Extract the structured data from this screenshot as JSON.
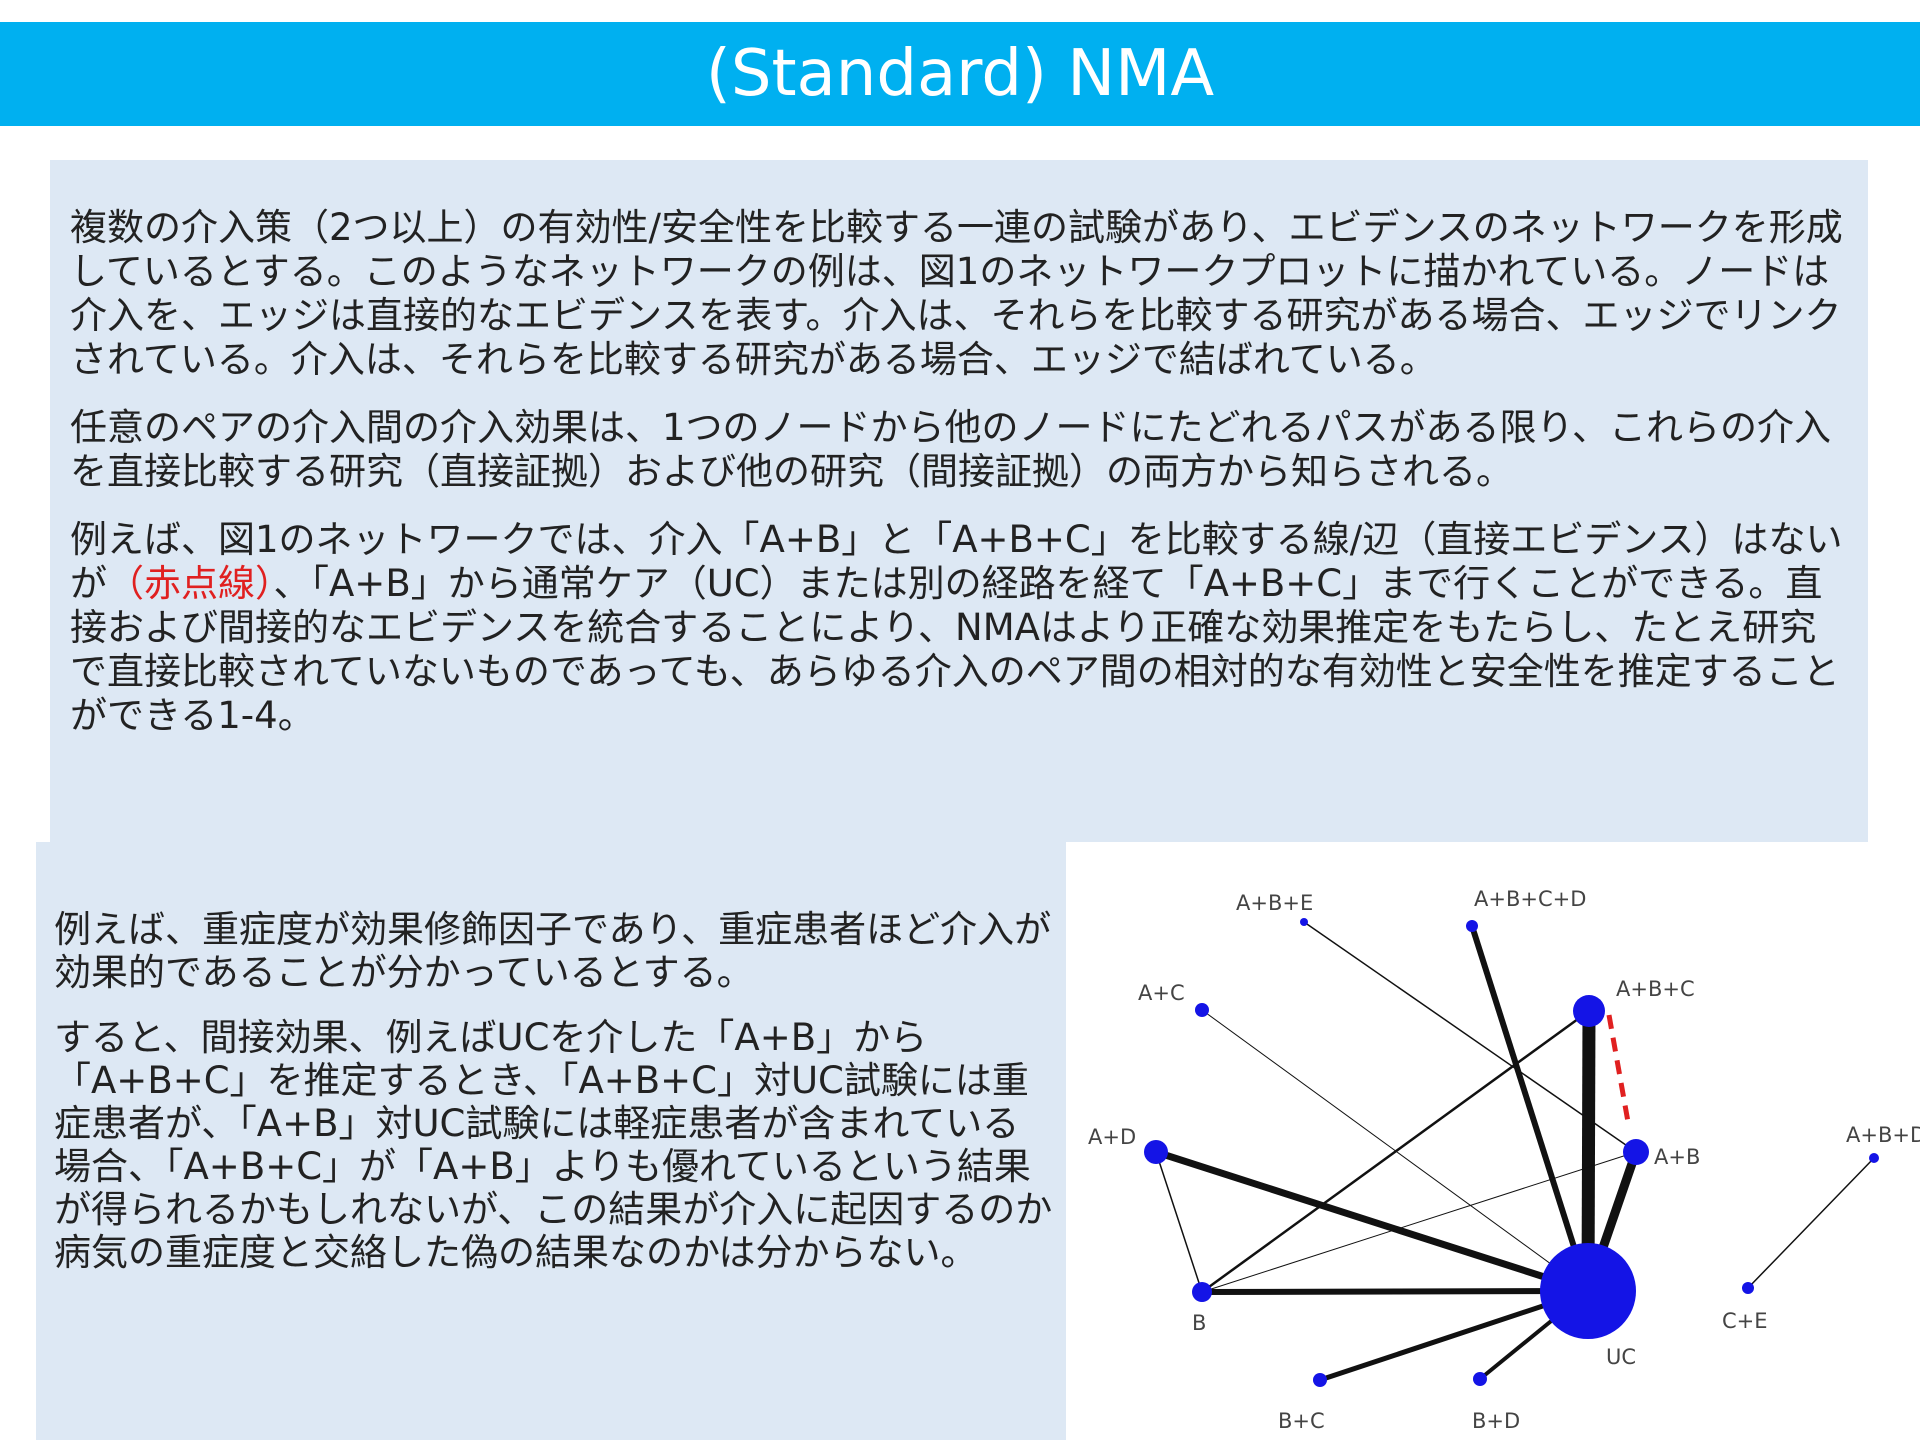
{
  "slide": {
    "title": "(Standard) NMA"
  },
  "top_panel": {
    "paragraph1": "複数の介入策（2つ以上）の有効性/安全性を比較する一連の試験があり、エビデンスのネットワークを形成しているとする。このようなネットワークの例は、図1のネットワークプロットに描かれている。ノードは介入を、エッジは直接的なエビデンスを表す。介入は、それらを比較する研究がある場合、エッジでリンクされている。介入は、それらを比較する研究がある場合、エッジで結ばれている。",
    "paragraph2": "任意のペアの介入間の介入効果は、1つのノードから他のノードにたどれるパスがある限り、これらの介入を直接比較する研究（直接証拠）および他の研究（間接証拠）の両方から知らされる。",
    "paragraph3_before": "例えば、図1のネットワークでは、介入「A+B」と「A+B+C」を比較する線/辺（直接エビデンス）はないが",
    "paragraph3_red": "（赤点線）",
    "paragraph3_after": "、「A+B」から通常ケア（UC）または別の経路を経て「A+B+C」まで行くことができる。直接および間接的なエビデンスを統合することにより、NMAはより正確な効果推定をもたらし、たとえ研究で直接比較されていないものであっても、あらゆる介入のペア間の相対的な有効性と安全性を推定することができる1-4。"
  },
  "bottom_panel": {
    "paragraph1": "例えば、重症度が効果修飾因子であり、重症患者ほど介入が効果的であることが分かっているとする。",
    "paragraph2": "すると、間接効果、例えばUCを介した「A+B」から「A+B+C」を推定するとき、「A+B+C」対UC試験には重症患者が、「A+B」対UC試験には軽症患者が含まれている場合、「A+B+C」が「A+B」よりも優れているという結果が得られるかもしれないが、この結果が介入に起因するのか病気の重症度と交絡した偽の結果なのかは分からない。"
  },
  "network": {
    "node_color": "#1414e6",
    "edge_color": "#111111",
    "missing_edge_color": "#e02020",
    "nodes": [
      {
        "id": "A+B+E",
        "label": "A+B+E"
      },
      {
        "id": "A+B+C+D",
        "label": "A+B+C+D"
      },
      {
        "id": "A+C",
        "label": "A+C"
      },
      {
        "id": "A+B+C",
        "label": "A+B+C"
      },
      {
        "id": "A+D",
        "label": "A+D"
      },
      {
        "id": "A+B",
        "label": "A+B"
      },
      {
        "id": "A+B+D",
        "label": "A+B+D"
      },
      {
        "id": "B",
        "label": "B"
      },
      {
        "id": "UC",
        "label": "UC"
      },
      {
        "id": "C+E",
        "label": "C+E"
      },
      {
        "id": "B+C",
        "label": "B+C"
      },
      {
        "id": "B+D",
        "label": "B+D"
      }
    ],
    "edges": [
      {
        "from": "A+B+E",
        "to": "A+B",
        "weight": 1.5
      },
      {
        "from": "A+B+C+D",
        "to": "UC",
        "weight": 6
      },
      {
        "from": "A+C",
        "to": "UC",
        "weight": 1
      },
      {
        "from": "A+B+C",
        "to": "UC",
        "weight": 13
      },
      {
        "from": "A+B+C",
        "to": "B",
        "weight": 2.5
      },
      {
        "from": "A+D",
        "to": "UC",
        "weight": 7
      },
      {
        "from": "A+D",
        "to": "B",
        "weight": 1.5
      },
      {
        "from": "A+B",
        "to": "UC",
        "weight": 9
      },
      {
        "from": "A+B",
        "to": "B",
        "weight": 1
      },
      {
        "from": "B",
        "to": "UC",
        "weight": 6
      },
      {
        "from": "B+C",
        "to": "UC",
        "weight": 5
      },
      {
        "from": "B+D",
        "to": "UC",
        "weight": 4
      },
      {
        "from": "A+B+D",
        "to": "C+E",
        "weight": 1.5
      }
    ],
    "missing_edge": {
      "from": "A+B+C",
      "to": "A+B"
    }
  }
}
